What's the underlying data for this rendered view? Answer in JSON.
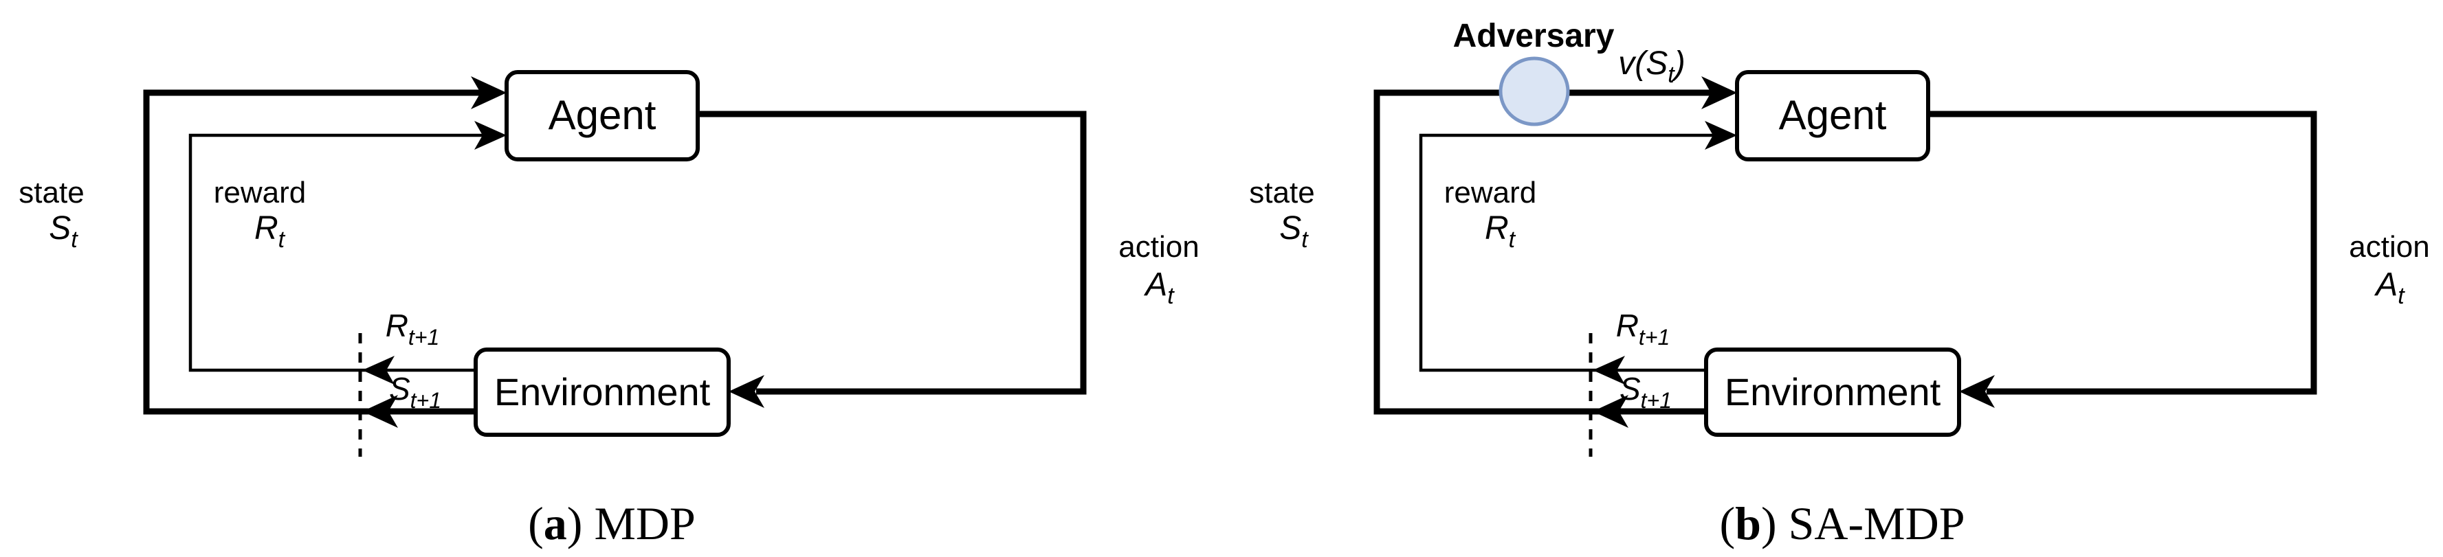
{
  "colors": {
    "ink": "#000000",
    "background": "#ffffff",
    "adversary_fill": "#dbe5f4",
    "adversary_stroke": "#7b97c6"
  },
  "panel_a": {
    "caption": {
      "open": "(",
      "letter": "a",
      "rest": ") MDP"
    },
    "agent_box": "Agent",
    "environment_box": "Environment",
    "state_word": "state",
    "state_symbol": "S",
    "state_subscript": "t",
    "reward_word": "reward",
    "reward_symbol": "R",
    "reward_subscript": "t",
    "action_word": "action",
    "action_symbol": "A",
    "action_subscript": "t",
    "next_reward_symbol": "R",
    "next_reward_subscript": "t+1",
    "next_state_symbol": "S",
    "next_state_subscript": "t+1"
  },
  "panel_b": {
    "caption": {
      "open": "(",
      "letter": "b",
      "rest": ") SA-MDP"
    },
    "agent_box": "Agent",
    "environment_box": "Environment",
    "adversary_label": "Adversary",
    "perturbation_prefix": "v(",
    "perturbation_symbol": "S",
    "perturbation_subscript": "t",
    "perturbation_close": ")",
    "state_word": "state",
    "state_symbol": "S",
    "state_subscript": "t",
    "reward_word": "reward",
    "reward_symbol": "R",
    "reward_subscript": "t",
    "action_word": "action",
    "action_symbol": "A",
    "action_subscript": "t",
    "next_reward_symbol": "R",
    "next_reward_subscript": "t+1",
    "next_state_symbol": "S",
    "next_state_subscript": "t+1"
  }
}
